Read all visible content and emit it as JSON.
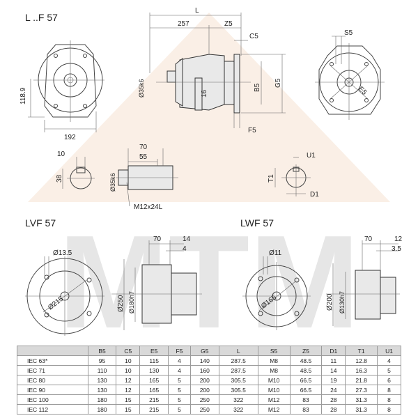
{
  "views": {
    "main_title": "L ..F 57",
    "lvf_title": "LVF 57",
    "lwf_title": "LWF 57"
  },
  "dimensions": {
    "L": "L",
    "d257": "257",
    "Z5": "Z5",
    "C5": "C5",
    "S5": "S5",
    "shaft_diameter": "Ø35k6",
    "d16": "16",
    "B5": "B5",
    "G5": "G5",
    "F5": "F5",
    "E5": "E5",
    "h118_9": "118.9",
    "w192": "192",
    "d10": "10",
    "d38": "38",
    "d70": "70",
    "d55": "55",
    "shaft_diameter_2": "Ø35k6",
    "thread": "M12x24L",
    "U1": "U1",
    "T1": "T1",
    "D1": "D1",
    "lvf_hole": "Ø13.5",
    "lvf_pcd": "Ø215",
    "lvf_outer": "Ø250",
    "lvf_spigot": "Ø180h7",
    "lvf_70": "70",
    "lvf_14": "14",
    "lvf_4": "4",
    "lwf_hole": "Ø11",
    "lwf_pcd": "Ø165",
    "lwf_outer": "Ø200",
    "lwf_spigot": "Ø130h7",
    "lwf_70": "70",
    "lwf_12": "12",
    "lwf_3_5": "3.5"
  },
  "table": {
    "headers": [
      "",
      "B5",
      "C5",
      "E5",
      "F5",
      "G5",
      "L",
      "S5",
      "Z5",
      "D1",
      "T1",
      "U1"
    ],
    "rows": [
      [
        "IEC 63*",
        "95",
        "10",
        "115",
        "4",
        "140",
        "287.5",
        "M8",
        "48.5",
        "11",
        "12.8",
        "4"
      ],
      [
        "IEC 71",
        "110",
        "10",
        "130",
        "4",
        "160",
        "287.5",
        "M8",
        "48.5",
        "14",
        "16.3",
        "5"
      ],
      [
        "IEC 80",
        "130",
        "12",
        "165",
        "5",
        "200",
        "305.5",
        "M10",
        "66.5",
        "19",
        "21.8",
        "6"
      ],
      [
        "IEC 90",
        "130",
        "12",
        "165",
        "5",
        "200",
        "305.5",
        "M10",
        "66.5",
        "24",
        "27.3",
        "8"
      ],
      [
        "IEC 100",
        "180",
        "15",
        "215",
        "5",
        "250",
        "322",
        "M12",
        "83",
        "28",
        "31.3",
        "8"
      ],
      [
        "IEC 112",
        "180",
        "15",
        "215",
        "5",
        "250",
        "322",
        "M12",
        "83",
        "28",
        "31.3",
        "8"
      ]
    ]
  },
  "colors": {
    "watermark": "#e3e3e3",
    "watermark_accent": "#f6e1d2",
    "header_fill": "#d9d9d9"
  }
}
